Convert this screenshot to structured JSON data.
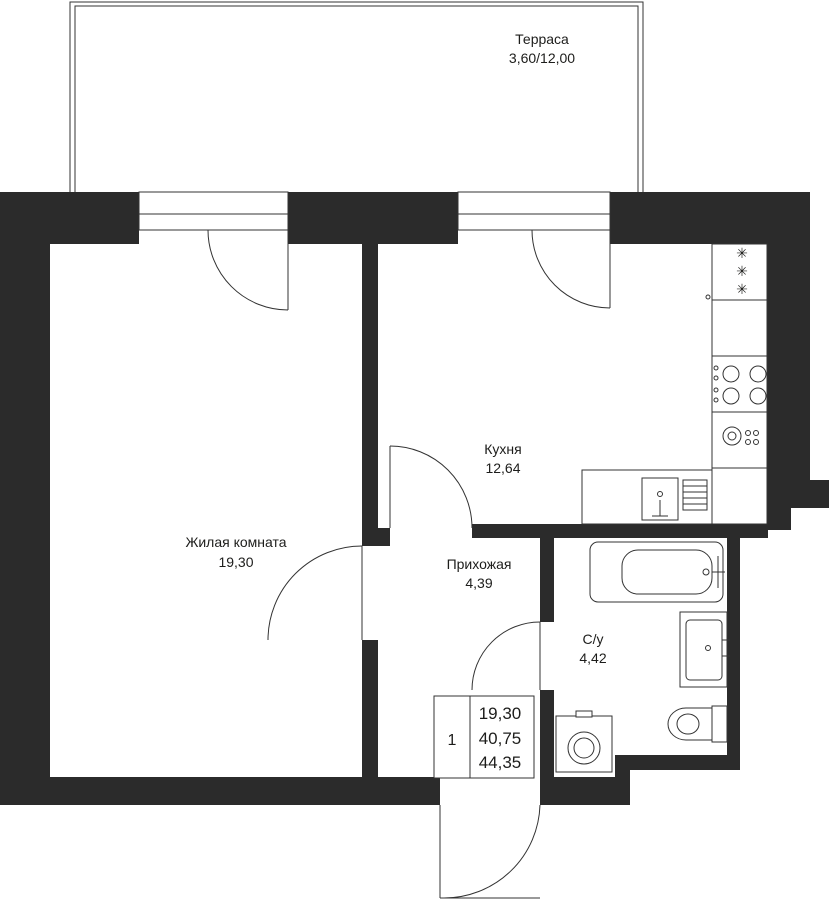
{
  "rooms": {
    "terrace": {
      "name": "Терраса",
      "area": "3,60/12,00"
    },
    "kitchen": {
      "name": "Кухня",
      "area": "12,64"
    },
    "living": {
      "name": "Жилая комната",
      "area": "19,30"
    },
    "hallway": {
      "name": "Прихожая",
      "area": "4,39"
    },
    "bathroom": {
      "name": "С/у",
      "area": "4,42"
    }
  },
  "summary": {
    "rooms_count": "1",
    "living_area": "19,30",
    "total_area": "40,75",
    "total_with_terrace": "44,35"
  },
  "colors": {
    "wall": "#2b2b2b",
    "line": "#333333",
    "background": "#ffffff"
  }
}
